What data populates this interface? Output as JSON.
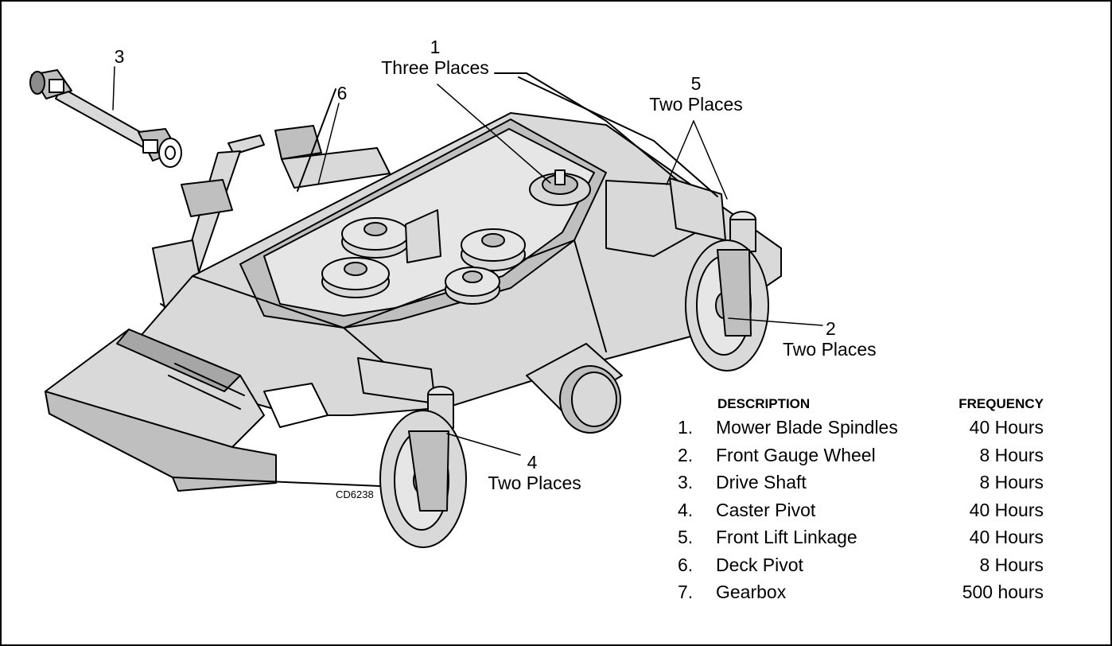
{
  "callouts": [
    {
      "num": "1",
      "text": "Three Places"
    },
    {
      "num": "2",
      "text": "Two Places"
    },
    {
      "num": "3",
      "text": ""
    },
    {
      "num": "4",
      "text": "Two Places"
    },
    {
      "num": "5",
      "text": "Two Places"
    },
    {
      "num": "6",
      "text": ""
    }
  ],
  "drawing_code": "CD6238",
  "legend": {
    "header_description": "DESCRIPTION",
    "header_frequency": "FREQUENCY",
    "rows": [
      {
        "num": "1.",
        "description": "Mower Blade Spindles",
        "frequency": "40 Hours"
      },
      {
        "num": "2.",
        "description": "Front Gauge Wheel",
        "frequency": "8 Hours"
      },
      {
        "num": "3.",
        "description": "Drive Shaft",
        "frequency": "8 Hours"
      },
      {
        "num": "4.",
        "description": "Caster Pivot",
        "frequency": "40 Hours"
      },
      {
        "num": "5.",
        "description": "Front Lift Linkage",
        "frequency": "40 Hours"
      },
      {
        "num": "6.",
        "description": "Deck Pivot",
        "frequency": "8 Hours"
      },
      {
        "num": "7.",
        "description": "Gearbox",
        "frequency": "500 hours"
      }
    ]
  },
  "colors": {
    "line": "#000000",
    "fill": "#d9d9d9",
    "shade": "#a6a6a6",
    "paper": "#ffffff"
  }
}
